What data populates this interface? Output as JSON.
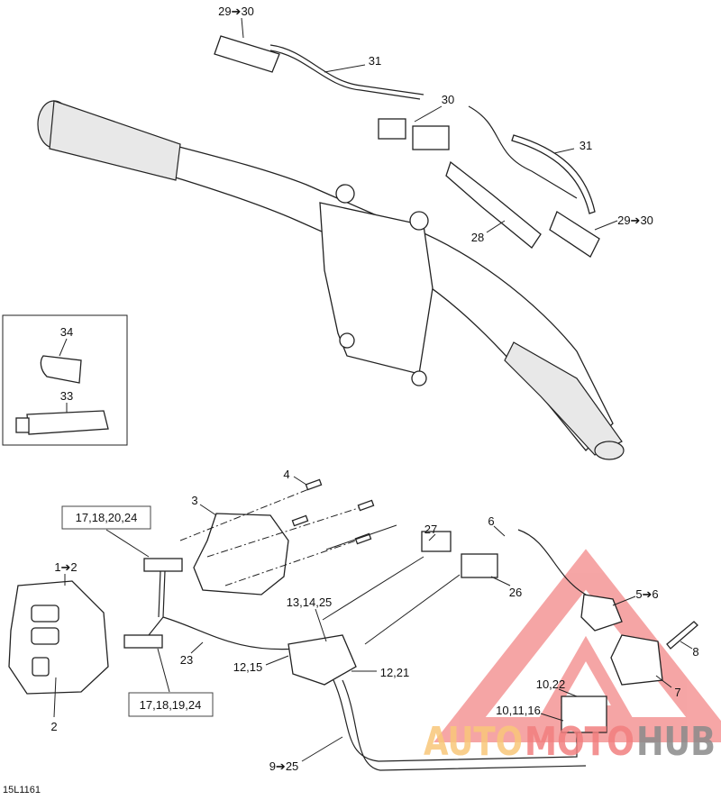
{
  "diagram": {
    "code": "15L1161",
    "callouts": {
      "c29_30_top": "29➔30",
      "c31_top": "31",
      "c30": "30",
      "c31_right": "31",
      "c28": "28",
      "c29_30_right": "29➔30",
      "c34": "34",
      "c33": "33",
      "c4": "4",
      "c3": "3",
      "c27": "27",
      "c6": "6",
      "c1_2": "1➔2",
      "c26": "26",
      "c5_6": "5➔6",
      "c13_14_25": "13,14,25",
      "c8": "8",
      "c23": "23",
      "c12_15": "12,15",
      "c12_21": "12,21",
      "c10_22": "10,22",
      "c7": "7",
      "c2": "2",
      "c10_11_16": "10,11,16",
      "c9_25": "9➔25"
    },
    "boxed_callouts": {
      "upper_connector": "17,18,20,24",
      "lower_connector": "17,18,19,24"
    }
  },
  "watermark": {
    "part1": "AUTO",
    "part2": "MOTO",
    "part3": "HUB",
    "colors": {
      "auto": "#f9c77a",
      "moto": "#f27f7f",
      "hub": "#8a8a8a",
      "triangle": "#f06a6a"
    }
  }
}
